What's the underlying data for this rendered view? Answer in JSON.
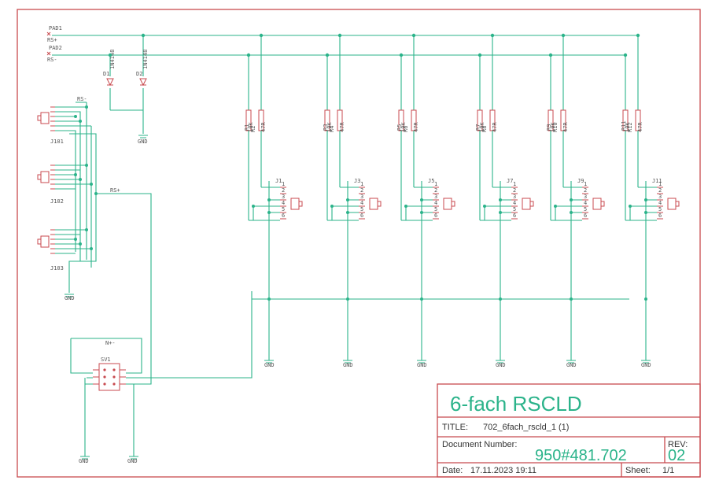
{
  "power_labels": {
    "pad1": "PAD1",
    "rs_plus": "RS+",
    "pad2": "PAD2",
    "rs_minus": "RS-",
    "rs_plus_mid": "RS+",
    "rs_minus_top": "RS-",
    "n_plus_minus": "N+-"
  },
  "diodes": [
    {
      "ref": "D1",
      "part": "1N4148"
    },
    {
      "ref": "D2",
      "part": "1N4148"
    }
  ],
  "resistor_pairs": [
    {
      "a": "R1",
      "b": "R2",
      "va": "10K",
      "vb": "47R"
    },
    {
      "a": "R3",
      "b": "R4",
      "va": "10K",
      "vb": "47R"
    },
    {
      "a": "R5",
      "b": "R6",
      "va": "10K",
      "vb": "47R"
    },
    {
      "a": "R7",
      "b": "R8",
      "va": "10K",
      "vb": "47R"
    },
    {
      "a": "R9",
      "b": "R10",
      "va": "10K",
      "vb": "47R"
    },
    {
      "a": "R11",
      "b": "R12",
      "va": "10K",
      "vb": "47R"
    }
  ],
  "jacks": [
    "J1",
    "J3",
    "J5",
    "J7",
    "J9",
    "J11"
  ],
  "left_jacks": [
    "J101",
    "J102",
    "J103"
  ],
  "connector": "SV1",
  "gnd_label": "GND",
  "title_block": {
    "project": "6-fach RSCLD",
    "title_label": "TITLE:",
    "title_value": "702_6fach_rscld_1 (1)",
    "docnum_label": "Document Number:",
    "docnum_value": "950#481.702",
    "rev_label": "REV:",
    "rev_value": "02",
    "date_label": "Date:",
    "date_value": "17.11.2023 19:11",
    "sheet_label": "Sheet:",
    "sheet_value": "1/1"
  }
}
